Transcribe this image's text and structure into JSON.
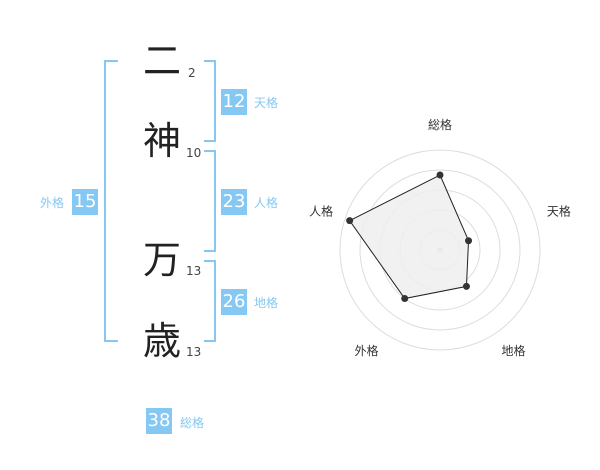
{
  "name": {
    "chars": [
      {
        "char": "二",
        "strokes": "2"
      },
      {
        "char": "神",
        "strokes": "10"
      },
      {
        "char": "万",
        "strokes": "13"
      },
      {
        "char": "歳",
        "strokes": "13"
      }
    ]
  },
  "fortunes": {
    "tenkaku": {
      "value": "12",
      "label": "天格"
    },
    "jinkaku": {
      "value": "23",
      "label": "人格"
    },
    "chikaku": {
      "value": "26",
      "label": "地格"
    },
    "gaikaku": {
      "value": "15",
      "label": "外格"
    },
    "soukaku": {
      "value": "38",
      "label": "総格"
    }
  },
  "colors": {
    "accent": "#85c8f3",
    "text": "#222222",
    "radar_fill": "#efefef",
    "ring": "#dddddd"
  },
  "chart_data": {
    "type": "radar",
    "axes": [
      "総格",
      "天格",
      "地格",
      "外格",
      "人格"
    ],
    "values": [
      0.75,
      0.3,
      0.45,
      0.6,
      0.95
    ],
    "max": 1
  }
}
